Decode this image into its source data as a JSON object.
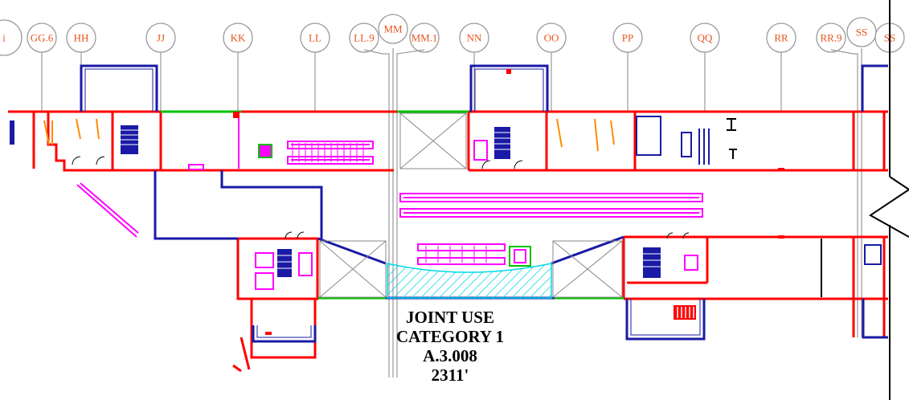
{
  "drawing": {
    "grid_lines": [
      {
        "label": "i"
      },
      {
        "label": "GG.6"
      },
      {
        "label": "HH"
      },
      {
        "label": "JJ"
      },
      {
        "label": "KK"
      },
      {
        "label": "LL"
      },
      {
        "label": "LL.9"
      },
      {
        "label": "MM"
      },
      {
        "label": "MM.1"
      },
      {
        "label": "NN"
      },
      {
        "label": "OO"
      },
      {
        "label": "PP"
      },
      {
        "label": "QQ"
      },
      {
        "label": "RR"
      },
      {
        "label": "RR.9"
      },
      {
        "label": "SS"
      },
      {
        "label": "SS"
      }
    ],
    "zone": {
      "line1": "JOINT USE",
      "line2": "CATEGORY 1",
      "code": "A.3.008",
      "length": "2311'"
    },
    "colors": {
      "grid_label": "#e8541e",
      "grid_line": "#9a9a9a",
      "wall": "#ff0000",
      "structure": "#1a1aa6",
      "equipment": "#ff00ff",
      "glazing": "#00c000",
      "hatch": "#00d8e8"
    }
  }
}
